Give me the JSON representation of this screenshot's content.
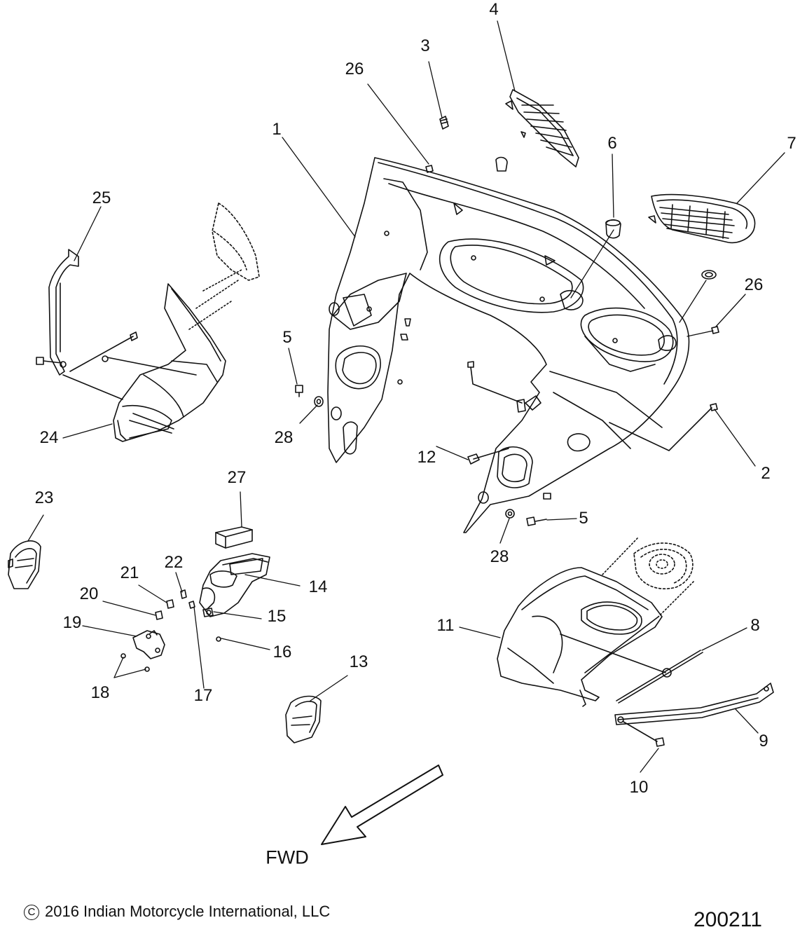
{
  "callouts": [
    {
      "id": "c1",
      "label": "1"
    },
    {
      "id": "c2",
      "label": "2"
    },
    {
      "id": "c3",
      "label": "3"
    },
    {
      "id": "c4",
      "label": "4"
    },
    {
      "id": "c5a",
      "label": "5"
    },
    {
      "id": "c5b",
      "label": "5"
    },
    {
      "id": "c6",
      "label": "6"
    },
    {
      "id": "c7",
      "label": "7"
    },
    {
      "id": "c8",
      "label": "8"
    },
    {
      "id": "c9",
      "label": "9"
    },
    {
      "id": "c10",
      "label": "10"
    },
    {
      "id": "c11",
      "label": "11"
    },
    {
      "id": "c12",
      "label": "12"
    },
    {
      "id": "c13",
      "label": "13"
    },
    {
      "id": "c14",
      "label": "14"
    },
    {
      "id": "c15",
      "label": "15"
    },
    {
      "id": "c16",
      "label": "16"
    },
    {
      "id": "c17",
      "label": "17"
    },
    {
      "id": "c18",
      "label": "18"
    },
    {
      "id": "c19",
      "label": "19"
    },
    {
      "id": "c20",
      "label": "20"
    },
    {
      "id": "c21",
      "label": "21"
    },
    {
      "id": "c22",
      "label": "22"
    },
    {
      "id": "c23",
      "label": "23"
    },
    {
      "id": "c24",
      "label": "24"
    },
    {
      "id": "c25",
      "label": "25"
    },
    {
      "id": "c26a",
      "label": "26"
    },
    {
      "id": "c26b",
      "label": "26"
    },
    {
      "id": "c27",
      "label": "27"
    },
    {
      "id": "c28a",
      "label": "28"
    },
    {
      "id": "c28b",
      "label": "28"
    }
  ],
  "direction_label": "FWD",
  "copyright": {
    "symbol": "C",
    "text": "2016 Indian Motorcycle International, LLC"
  },
  "drawing_number": "200211",
  "colors": {
    "line": "#111111",
    "background": "#ffffff"
  }
}
